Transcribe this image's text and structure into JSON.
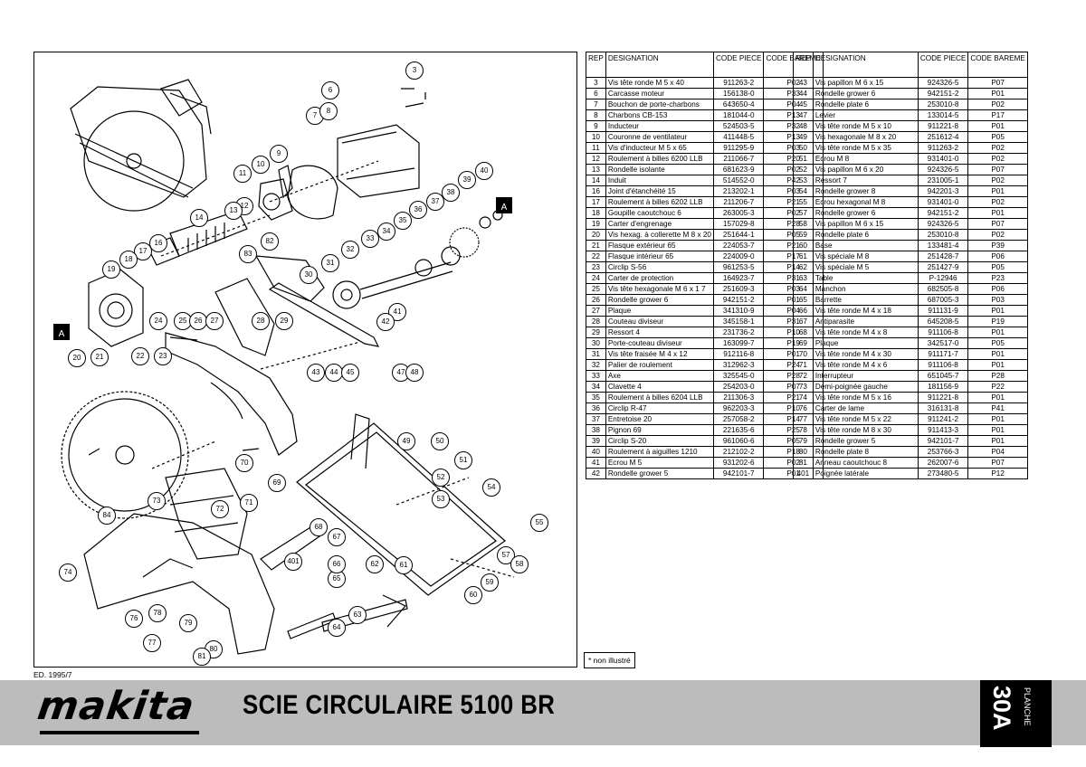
{
  "table_headers": {
    "rep": "REP",
    "designation": "DESIGNATION",
    "code_piece": "CODE PIECE",
    "code_bareme": "CODE BAREME"
  },
  "parts_left": [
    [
      "3",
      "Vis tête ronde M 5 x 40",
      "911263-2",
      "P02"
    ],
    [
      "6",
      "Carcasse moteur",
      "156138-0",
      "P33"
    ],
    [
      "7",
      "Bouchon de porte-charbons",
      "643650-4",
      "P04"
    ],
    [
      "8",
      "Charbons CB-153",
      "181044-0",
      "P13"
    ],
    [
      "9",
      "Inducteur",
      "524503-5",
      "P32"
    ],
    [
      "10",
      "Couronne de ventilateur",
      "411448-5",
      "P13"
    ],
    [
      "11",
      "Vis d'inducteur M 5 x 65",
      "911295-9",
      "P03"
    ],
    [
      "12",
      "Roulement à billes 6200 LLB",
      "211066-7",
      "P20"
    ],
    [
      "13",
      "Rondelle isolante",
      "681623-9",
      "P02"
    ],
    [
      "14",
      "Induit",
      "514552-0",
      "P42"
    ],
    [
      "16",
      "Joint d'étanchéité 15",
      "213202-1",
      "P03"
    ],
    [
      "17",
      "Roulement à billes 6202 LLB",
      "211206-7",
      "P21"
    ],
    [
      "18",
      "Goupille caoutchouc 6",
      "263005-3",
      "P02"
    ],
    [
      "19",
      "Carter d'engrenage",
      "157029-8",
      "P28"
    ],
    [
      "20",
      "Vis hexag. à collerette M 8 x 20",
      "251644-1",
      "P05"
    ],
    [
      "21",
      "Flasque extérieur 65",
      "224053-7",
      "P21"
    ],
    [
      "22",
      "Flasque intérieur 65",
      "224009-0",
      "P17"
    ],
    [
      "23",
      "Circlip S-56",
      "961253-5",
      "P14"
    ],
    [
      "24",
      "Carter de protection",
      "164923-7",
      "P31"
    ],
    [
      "25",
      "Vis tête hexagonale M 6 x 1 7",
      "251609-3",
      "P03"
    ],
    [
      "26",
      "Rondelle grower 6",
      "942151-2",
      "P01"
    ],
    [
      "27",
      "Plaque",
      "341310-9",
      "P04"
    ],
    [
      "28",
      "Couteau diviseur",
      "345158-1",
      "P31"
    ],
    [
      "29",
      "Ressort 4",
      "231736-2",
      "P10"
    ],
    [
      "30",
      "Porte-couteau diviseur",
      "163099-7",
      "P19"
    ],
    [
      "31",
      "Vis tête fraisée M 4 x 12",
      "912116-8",
      "P01"
    ],
    [
      "32",
      "Palier de roulement",
      "312962-3",
      "P24"
    ],
    [
      "33",
      "Axe",
      "325545-0",
      "P28"
    ],
    [
      "34",
      "Clavette 4",
      "254203-0",
      "P07"
    ],
    [
      "35",
      "Roulement à billes 6204 LLB",
      "211306-3",
      "P21"
    ],
    [
      "36",
      "Circlip R-47",
      "962203-3",
      "P10"
    ],
    [
      "37",
      "Entretoise 20",
      "257058-2",
      "P14"
    ],
    [
      "38",
      "Pignon 69",
      "221635-6",
      "P25"
    ],
    [
      "39",
      "Circlip S-20",
      "961060-6",
      "P05"
    ],
    [
      "40",
      "Roulement à aiguilles 1210",
      "212102-2",
      "P18"
    ],
    [
      "41",
      "Ecrou M 5",
      "931202-6",
      "P02"
    ],
    [
      "42",
      "Rondelle grower 5",
      "942101-7",
      "P01"
    ]
  ],
  "parts_right": [
    [
      "43",
      "Vis papillon M 6 x 15",
      "924326-5",
      "P07"
    ],
    [
      "44",
      "Rondelle grower 6",
      "942151-2",
      "P01"
    ],
    [
      "45",
      "Rondelle plate 6",
      "253010-8",
      "P02"
    ],
    [
      "47",
      "Levier",
      "133014-5",
      "P17"
    ],
    [
      "48",
      "Vis tête ronde M 5 x 10",
      "911221-8",
      "P01"
    ],
    [
      "49",
      "Vis hexagonale M 8 x 20",
      "251612-4",
      "P05"
    ],
    [
      "50",
      "Vis tête ronde M 5 x 35",
      "911263-2",
      "P02"
    ],
    [
      "51",
      "Ecrou M 8",
      "931401-0",
      "P02"
    ],
    [
      "52",
      "Vis papillon M 6 x 20",
      "924326-5",
      "P07"
    ],
    [
      "53",
      "Ressort 7",
      "231005-1",
      "P02"
    ],
    [
      "54",
      "Rondelle grower 8",
      "942201-3",
      "P01"
    ],
    [
      "55",
      "Ecrou hexagonal M 8",
      "931401-0",
      "P02"
    ],
    [
      "57",
      "Rondelle grower 6",
      "942151-2",
      "P01"
    ],
    [
      "58",
      "Vis papillon M 6 x 15",
      "924326-5",
      "P07"
    ],
    [
      "59",
      "Rondelle plate 6",
      "253010-8",
      "P02"
    ],
    [
      "60",
      "Base",
      "133481-4",
      "P39"
    ],
    [
      "61",
      "Vis spéciale M 8",
      "251428-7",
      "P06"
    ],
    [
      "62",
      "Vis spéciale M 5",
      "251427-9",
      "P05"
    ],
    [
      "63",
      "Table",
      "P-12946",
      "P23"
    ],
    [
      "64",
      "Manchon",
      "682505-8",
      "P06"
    ],
    [
      "65",
      "Barrette",
      "687005-3",
      "P03"
    ],
    [
      "66",
      "Vis tête ronde M 4 x 18",
      "911131-9",
      "P01"
    ],
    [
      "67",
      "Antiparasite",
      "645208-5",
      "P19"
    ],
    [
      "68",
      "Vis tête ronde M 4 x 8",
      "911106-8",
      "P01"
    ],
    [
      "69",
      "Plaque",
      "342517-0",
      "P05"
    ],
    [
      "70",
      "Vis tête ronde M 4 x 30",
      "911171-7",
      "P01"
    ],
    [
      "71",
      "Vis tête ronde M 4 x 6",
      "911106-8",
      "P01"
    ],
    [
      "72",
      "Interrupteur",
      "651045-7",
      "P28"
    ],
    [
      "73",
      "Demi-poignée gauche",
      "181156-9",
      "P22"
    ],
    [
      "74",
      "Vis tête ronde M 5 x 16",
      "911221-8",
      "P01"
    ],
    [
      "76",
      "Carter de lame",
      "316131-8",
      "P41"
    ],
    [
      "77",
      "Vis tête ronde M 5 x 22",
      "911241-2",
      "P01"
    ],
    [
      "78",
      "Vis tête ronde M 8 x 30",
      "911413-3",
      "P01"
    ],
    [
      "79",
      "Rondelle grower 5",
      "942101-7",
      "P01"
    ],
    [
      "80",
      "Rondelle plate 8",
      "253766-3",
      "P04"
    ],
    [
      "81",
      "Anneau caoutchouc 8",
      "262007-6",
      "P07"
    ],
    [
      "401",
      "Poignée latérale",
      "273480-5",
      "P12"
    ]
  ],
  "diagram_callouts": [
    "3",
    "6",
    "7",
    "8",
    "9",
    "10",
    "11",
    "12",
    "13",
    "14",
    "16",
    "17",
    "18",
    "19",
    "20",
    "21",
    "22",
    "23",
    "24",
    "25",
    "26",
    "27",
    "28",
    "29",
    "30",
    "31",
    "32",
    "33",
    "34",
    "35",
    "36",
    "37",
    "38",
    "39",
    "40",
    "41",
    "42",
    "43",
    "44",
    "45",
    "47",
    "48",
    "49",
    "50",
    "51",
    "52",
    "53",
    "54",
    "55",
    "57",
    "58",
    "59",
    "60",
    "61",
    "62",
    "63",
    "64",
    "65",
    "66",
    "67",
    "68",
    "69",
    "70",
    "71",
    "72",
    "73",
    "74",
    "76",
    "77",
    "78",
    "79",
    "80",
    "81",
    "82",
    "83",
    "84",
    "401"
  ],
  "arrow_marker": "A",
  "note": "* non illustré",
  "edition": "ED. 1995/7",
  "brand": "makita",
  "title": "SCIE CIRCULAIRE 5100 BR",
  "plate_label": "PLANCHE",
  "plate_number": "30A",
  "colors": {
    "footer_band": "#bcbcbc",
    "plate": "#000000",
    "ink": "#000000"
  }
}
